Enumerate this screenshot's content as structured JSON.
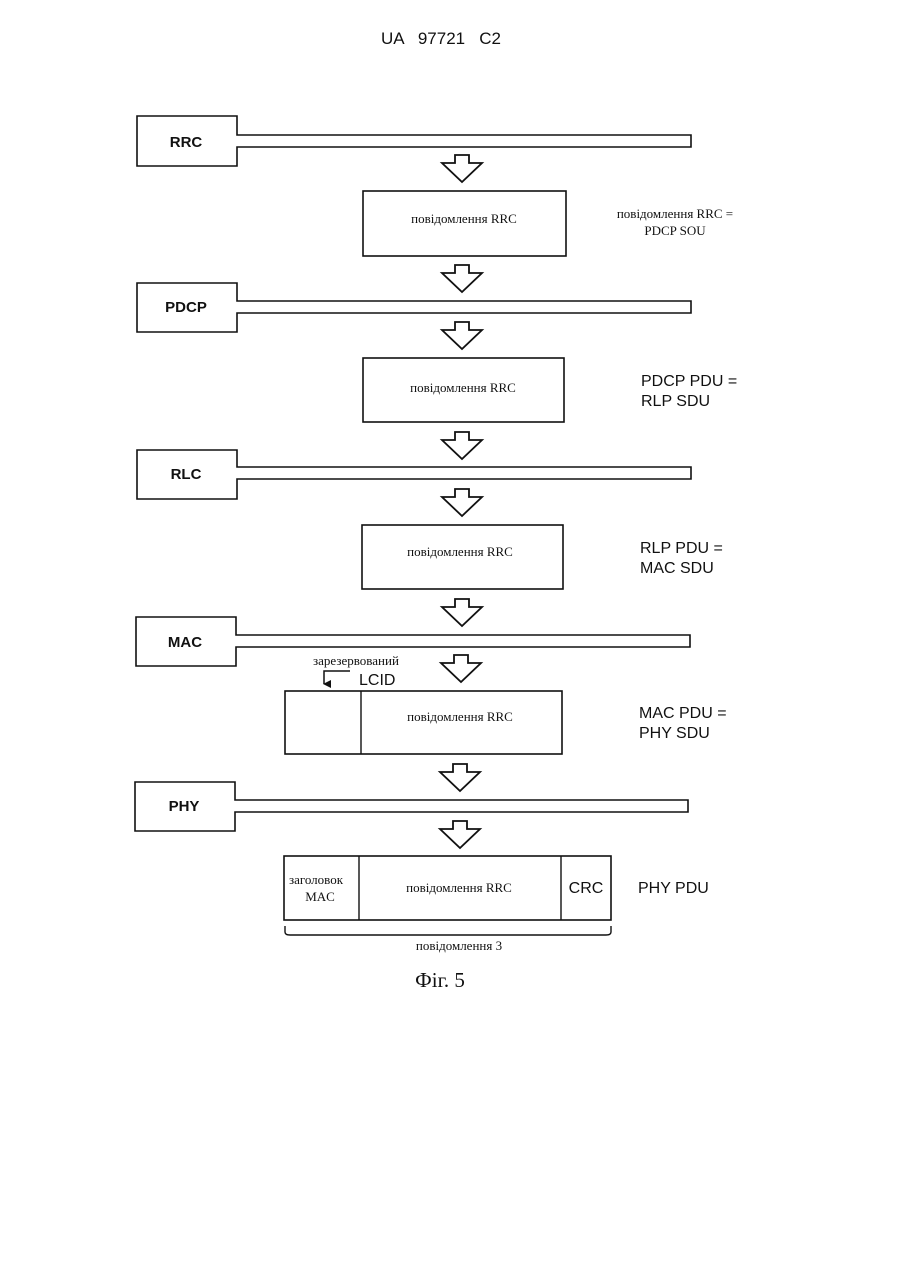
{
  "header": {
    "patent_number": "UA   97721   C2"
  },
  "layers": [
    {
      "id": "rrc",
      "label": "RRC"
    },
    {
      "id": "pdcp",
      "label": "PDCP"
    },
    {
      "id": "rlc",
      "label": "RLC"
    },
    {
      "id": "mac",
      "label": "MAC"
    },
    {
      "id": "phy",
      "label": "PHY"
    }
  ],
  "messages": [
    {
      "id": "rrc-msg",
      "label": "повідомлення RRC",
      "note": [
        "повідомлення RRC =",
        "PDCP SOU"
      ]
    },
    {
      "id": "pdcp-msg",
      "label": "повідомлення RRC",
      "note": [
        "PDCP PDU =",
        "RLP SDU"
      ]
    },
    {
      "id": "rlc-msg",
      "label": "повідомлення RRC",
      "note": [
        "RLP PDU =",
        "MAC SDU"
      ]
    },
    {
      "id": "mac-msg",
      "label": "повідомлення RRC",
      "note": [
        "MAC PDU =",
        "PHY SDU"
      ]
    },
    {
      "id": "phy-msg",
      "label": "повідомлення RRC",
      "note": [
        "PHY PDU"
      ]
    }
  ],
  "mac_annotation": {
    "reserved": "зарезервований",
    "lcid": "LCID"
  },
  "phy_fields": {
    "mac_header": [
      "заголовок",
      "MAC"
    ],
    "crc": "CRC"
  },
  "brace_label": "повідомлення 3",
  "figure_caption": "Фіг. 5"
}
